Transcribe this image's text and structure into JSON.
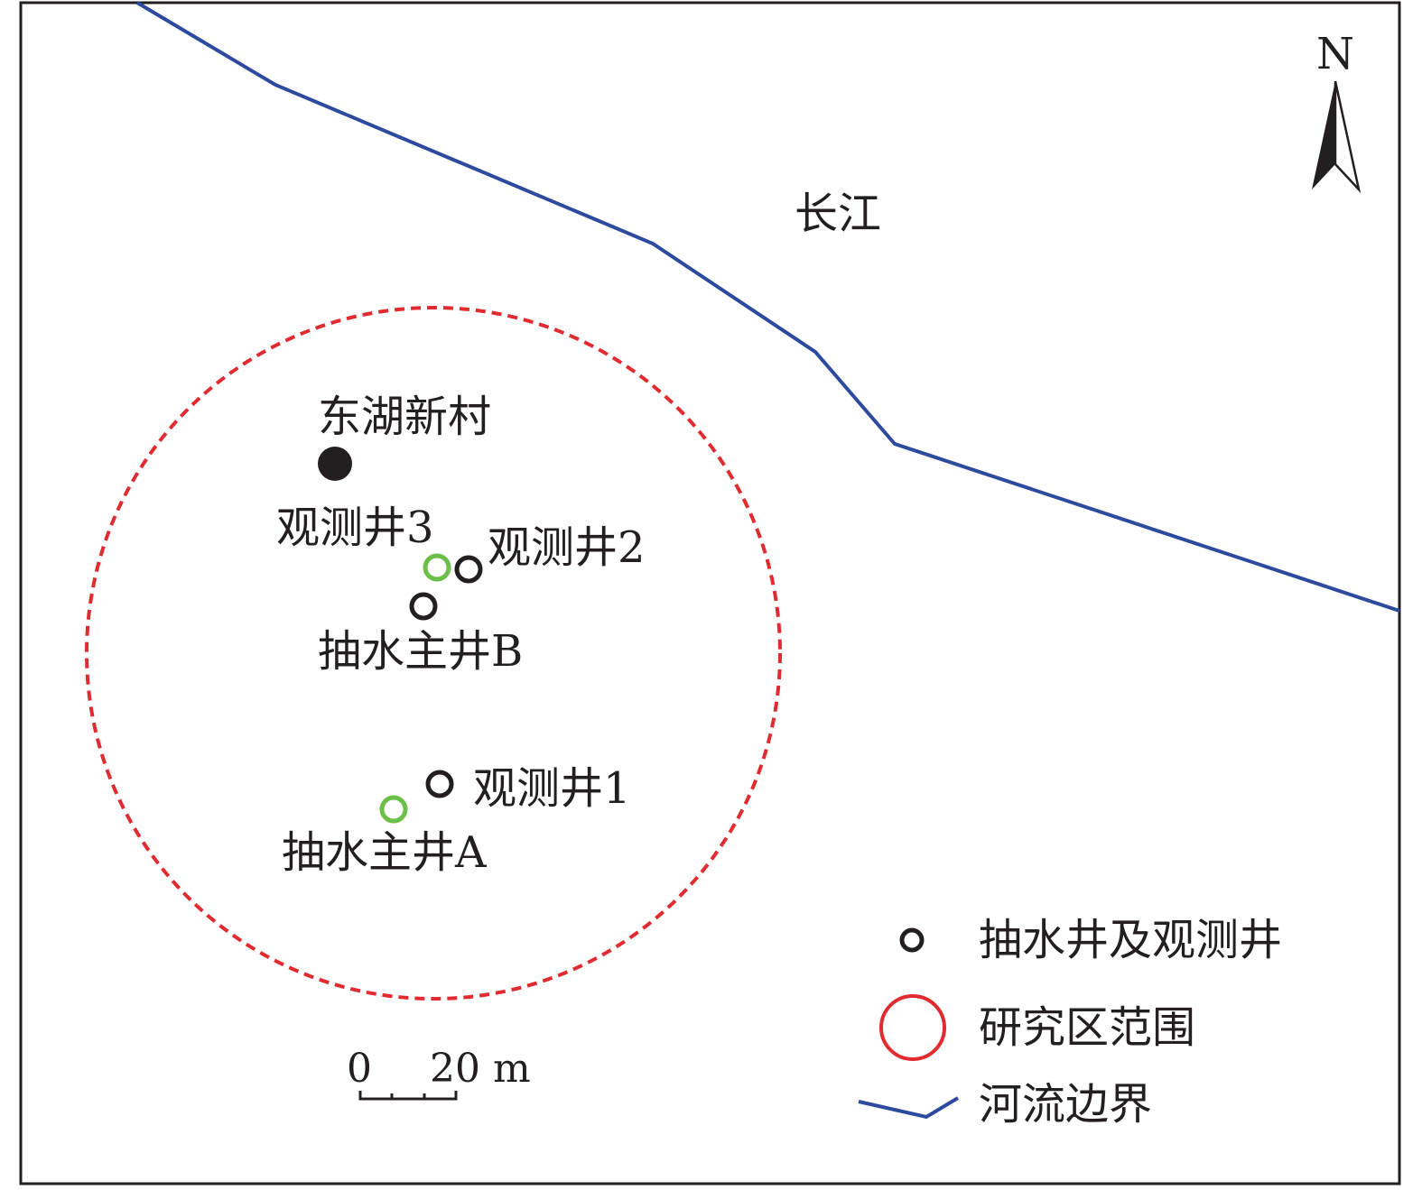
{
  "map": {
    "river_name": "长江",
    "village": "东湖新村",
    "north": "N",
    "wells": {
      "obs1": "观测井1",
      "obs2": "观测井2",
      "obs3": "观测井3",
      "main_a": "抽水主井A",
      "main_b": "抽水主井B"
    },
    "scale": {
      "zero": "0",
      "end": "20 m"
    }
  },
  "legend": {
    "wells": "抽水井及观测井",
    "study_area": "研究区范围",
    "river_boundary": "河流边界"
  },
  "colors": {
    "river": "#2e4a9e",
    "study_area": "#e02b30",
    "green_well": "#6cc04a",
    "black_well": "#231f20"
  }
}
